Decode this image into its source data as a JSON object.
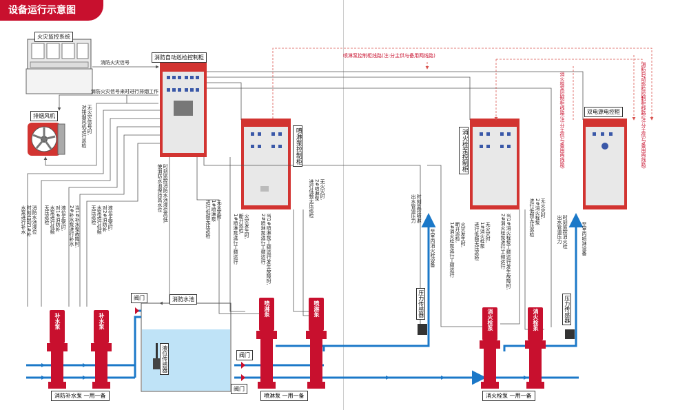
{
  "header": {
    "title": "设备运行示意图"
  },
  "labels": {
    "fire_monitor": "火灾监控系统",
    "fire_signal": "消防火灾信号",
    "fire_signal_exhaust": "消防火灾信号来时进行排烟工作",
    "exhaust_fan": "排烟风机",
    "auto_cabinet": "消防自动巡检控制柜",
    "spray_cabinet": "喷淋泵控制柜",
    "hydrant_cabinet": "消火栓泵控制柜",
    "dual_cabinet": "双电源电控柜",
    "spray_line_note": "喷淋泵控制柜线路(注:分主供与备用两线路)",
    "hydrant_line_note": "消火栓泵控制柜线路(注:分主供与备用两线路)",
    "auto_line_note": "消防自动巡检控制柜线路(注:分主供与备用两线路)",
    "fire_pool": "消防水池",
    "level_sensor": "液位传感器",
    "valve1": "阀门",
    "valve2": "阀门",
    "valve3": "阀门",
    "pressure_sensor1": "压力传感器",
    "pressure_sensor2": "压力传感器",
    "makeup_pump1": "补水泵",
    "makeup_pump2": "补水泵",
    "spray_pump1": "喷淋泵",
    "spray_pump2": "喷淋泵",
    "hydrant_pump1": "消火栓泵",
    "hydrant_pump2": "消火栓泵",
    "group_makeup": "消防补水泵 一用一备",
    "group_spray": "喷淋泵 一用一备",
    "group_hydrant": "消火栓泵 一用一备",
    "v_exhaust": "无火灾信号时,\n对排烟风机进行巡检",
    "v_pool_level": "消防水池液位\n时刻启动1#补\n水泵进行补水",
    "v_makeup_normal": "液位正常时,\n对1#消防补\n水泵进行低频\n无压巡检",
    "v_makeup_fault": "当1#补水泵故障时,\n2#补水泵进行补水",
    "v_makeup_2": "液位正常时,\n对2#消防补\n水泵进行低频\n无压巡检",
    "v_pool_monitor": "时刻监控消防水池液位高低,\n使消防水池保持高水位",
    "v_spray_none": "无火灾时,\n1#喷淋泵\n进行低频无压巡检",
    "v_spray_fire": "火灾发生时,\n断开巡检,\n1#喷淋泵进行工频运行",
    "v_spray_fault": "当1#喷淋泵工频运行发生故障时,\n2#喷淋泵进行工频运行",
    "v_spray_2": "无火灾时,\n2#喷淋泵\n进行低频无压巡检",
    "v_spray_pressure": "时刻监控喷淋\n出水管道压力",
    "v_spray_out": "至室内消火栓设备",
    "v_hyd_fire": "火灾发生时,\n断开巡检,\n1#消火栓泵进行工频运行",
    "v_hyd_none": "无火灾时,\n1#消火栓泵\n进行低频无压巡检",
    "v_hyd_fault": "当1#消火栓泵工频运行发生故障时,\n2#消火栓泵进行工频运行",
    "v_hyd_2": "无火灾时,\n2#消火栓泵\n进行低频无压巡检",
    "v_hyd_pressure": "时刻监控消火栓\n出水管道压力",
    "v_hyd_out": "至室内喷淋设备"
  },
  "colors": {
    "accent": "#c8102e",
    "cabinet": "#d23431",
    "pump": "#c8102e",
    "pipe": "#1b78c8",
    "signal": "#555555",
    "dashed": "#d9534f",
    "water": "#bfe3f7"
  }
}
